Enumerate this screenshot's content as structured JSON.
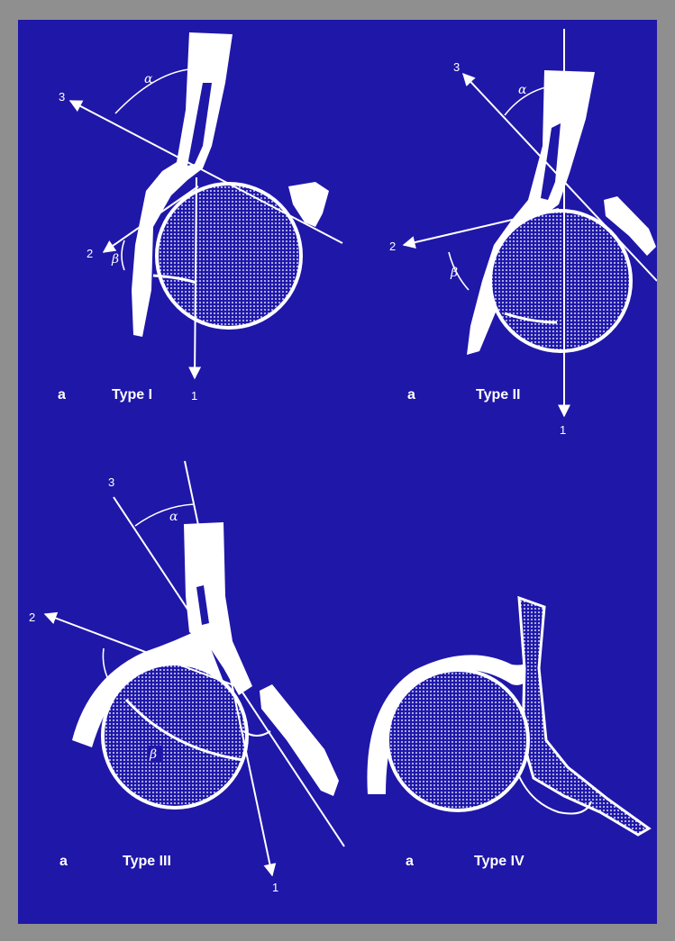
{
  "panels": [
    {
      "id": "type-1",
      "panel_letter": "a",
      "title": "Type I",
      "axis_labels": [
        "1",
        "2",
        "3"
      ],
      "angle_labels": [
        "α",
        "β"
      ]
    },
    {
      "id": "type-2",
      "panel_letter": "a",
      "title": "Type II",
      "axis_labels": [
        "1",
        "2",
        "3"
      ],
      "angle_labels": [
        "α",
        "β"
      ]
    },
    {
      "id": "type-3",
      "panel_letter": "a",
      "title": "Type III",
      "axis_labels": [
        "1",
        "2",
        "3"
      ],
      "angle_labels": [
        "α",
        "β"
      ]
    },
    {
      "id": "type-4",
      "panel_letter": "a",
      "title": "Type IV",
      "axis_labels": [],
      "angle_labels": []
    }
  ],
  "colors": {
    "background": "#1f17a8",
    "frame": "#8f8f8f",
    "ink": "#ffffff",
    "femoral_head_fill": "#5a5fc4"
  }
}
